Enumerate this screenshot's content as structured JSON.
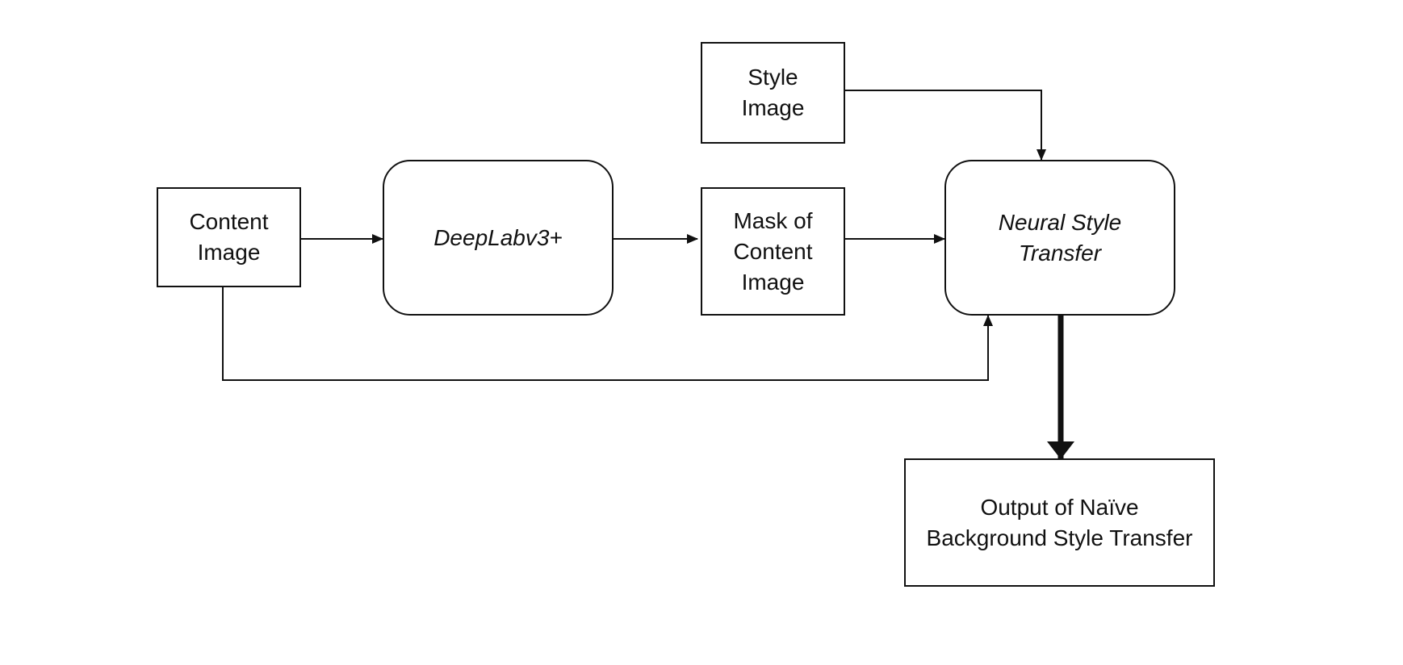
{
  "diagram": {
    "nodes": {
      "style_image": {
        "label": "Style\nImage"
      },
      "content_image": {
        "label": "Content\nImage"
      },
      "deeplab": {
        "label": "DeepLabv3+"
      },
      "mask": {
        "label": "Mask of\nContent\nImage"
      },
      "nst": {
        "label": "Neural Style\nTransfer"
      },
      "output": {
        "label": "Output of Naïve\nBackground Style Transfer"
      }
    }
  }
}
